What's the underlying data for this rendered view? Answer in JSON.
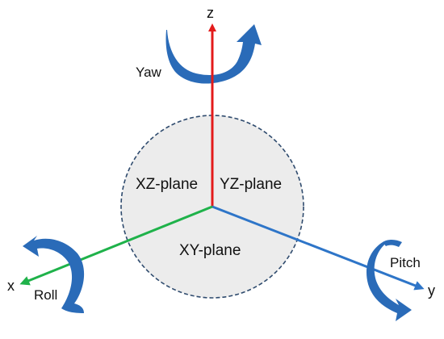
{
  "axes": {
    "z": {
      "label": "z",
      "color": "#e31b1b"
    },
    "y": {
      "label": "y",
      "color": "#2e75c8"
    },
    "x": {
      "label": "x",
      "color": "#1fb24a"
    }
  },
  "planes": {
    "xz": "XZ-plane",
    "yz": "YZ-plane",
    "xy": "XY-plane"
  },
  "rotations": {
    "yaw": "Yaw",
    "pitch": "Pitch",
    "roll": "Roll"
  },
  "colors": {
    "circle_fill": "#ececec",
    "circle_stroke": "#2f4b6e",
    "rotation_arrow": "#2a6bb8"
  }
}
